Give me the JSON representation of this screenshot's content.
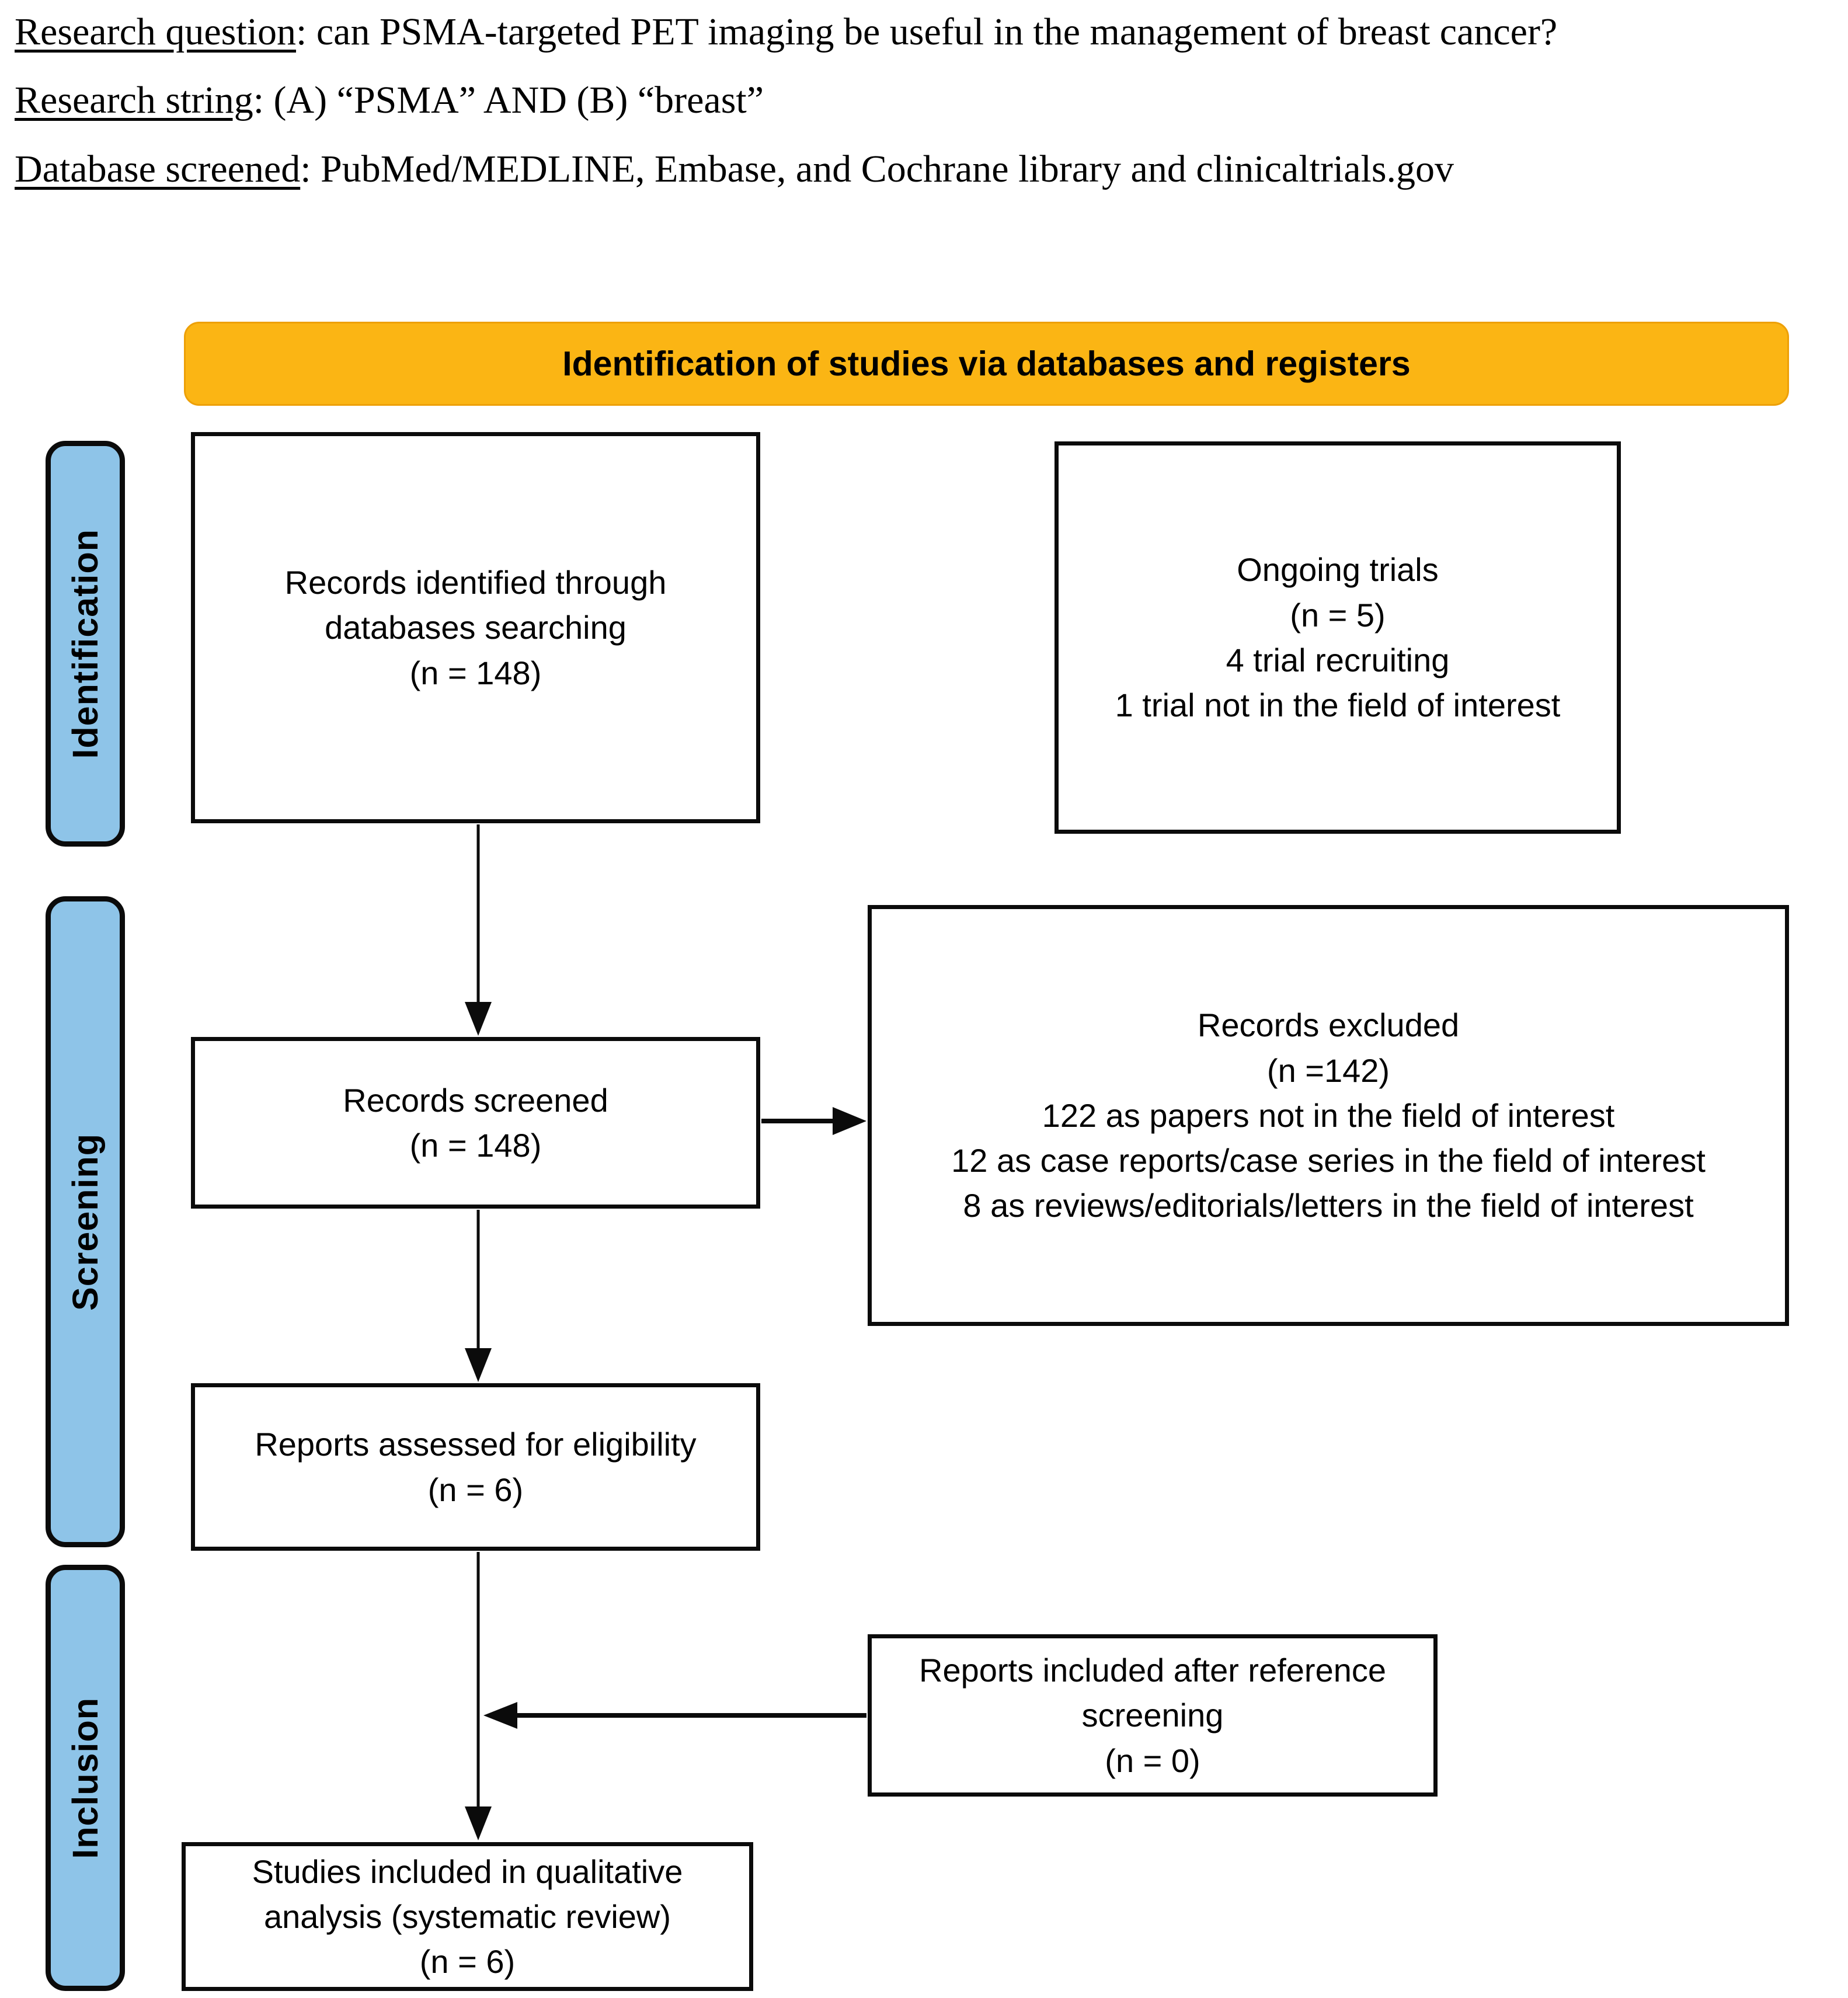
{
  "header_notes": {
    "line1": {
      "label": "Research question",
      "rest": ": can PSMA-targeted PET imaging be useful in the management of breast cancer?"
    },
    "line2": {
      "label": "Research string",
      "rest": ": (A) “PSMA” AND (B) “breast”"
    },
    "line3": {
      "label": "Database screened",
      "rest": ": PubMed/MEDLINE, Embase, and Cochrane library and clinicaltrials.gov"
    }
  },
  "banner": {
    "title": "Identification of studies via databases and registers",
    "bg_color": "#FBB514"
  },
  "sidebar": {
    "fill_color": "#8EC4E8",
    "items": [
      {
        "label": "Identification"
      },
      {
        "label": "Screening"
      },
      {
        "label": "Inclusion"
      }
    ]
  },
  "flow": {
    "records_identified": "Records identified through\ndatabases searching\n(n = 148)",
    "ongoing_trials": "Ongoing trials\n(n = 5)\n4 trial recruiting\n1 trial not in the field of interest",
    "records_screened": "Records screened\n(n = 148)",
    "records_excluded": "Records excluded\n(n =142)\n122 as papers not in the field of interest\n12 as case reports/case series in the field of interest\n8 as reviews/editorials/letters in the field of interest",
    "reports_assessed": "Reports assessed for eligibility\n(n = 6)",
    "reports_included_reference": "Reports included after reference\nscreening\n(n = 0)",
    "studies_included": "Studies included in qualitative\nanalysis (systematic review)\n(n = 6)"
  }
}
